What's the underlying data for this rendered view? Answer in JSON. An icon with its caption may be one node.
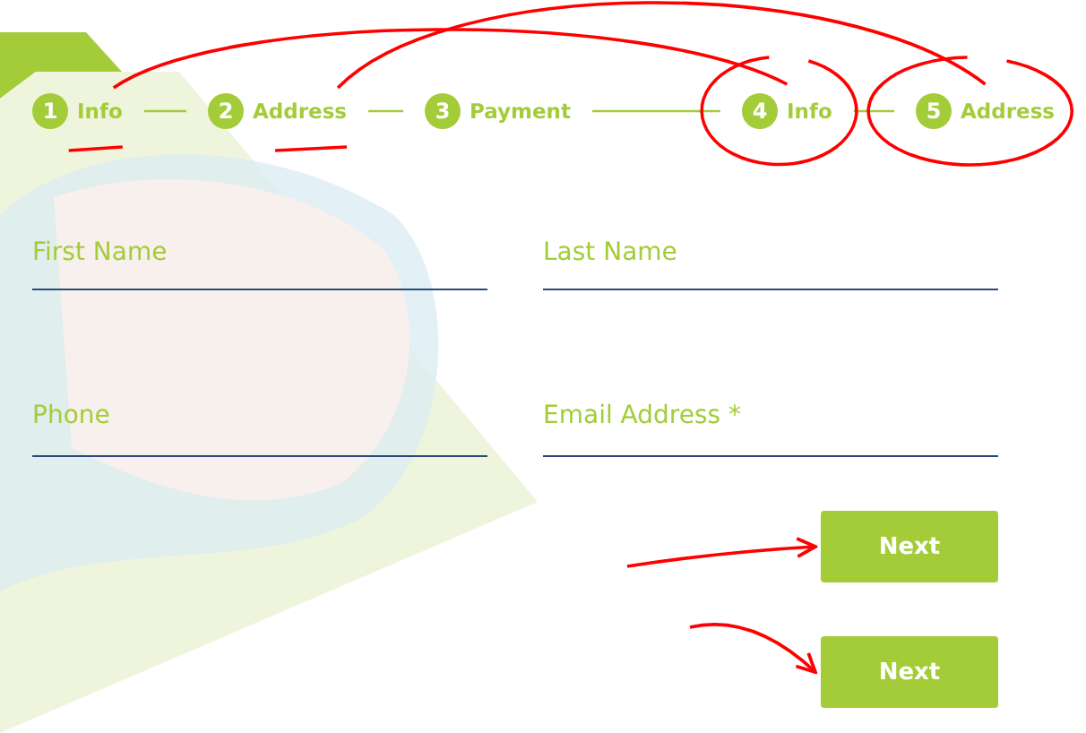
{
  "diagram": {
    "nodes": [
      {
        "text": [
          "1",
          "Info"
        ]
      },
      {
        "text": [
          "2",
          "Address"
        ]
      },
      {
        "text": [
          "3",
          "Payment"
        ]
      },
      {
        "text": [
          "4",
          "Info"
        ]
      },
      {
        "text": [
          "5",
          "Address"
        ]
      },
      {
        "text": [
          "Next"
        ]
      },
      {
        "text": [
          "Next"
        ]
      }
    ],
    "edges": [
      {
        "from": 0,
        "to": 1,
        "arrow": "none"
      },
      {
        "from": 1,
        "to": 2,
        "arrow": "none"
      },
      {
        "from": 2,
        "to": 3,
        "arrow": "none"
      },
      {
        "from": 3,
        "to": 4,
        "arrow": "none"
      },
      {
        "from": 0,
        "to": 3,
        "arrow": "none",
        "color": "#ff0000"
      },
      {
        "from": 1,
        "to": 4,
        "arrow": "none",
        "color": "#ff0000"
      },
      {
        "from": null,
        "to": 5,
        "arrow": "to",
        "color": "#ff0000"
      },
      {
        "from": null,
        "to": 6,
        "arrow": "to",
        "color": "#ff0000"
      }
    ],
    "labels": [
      "First Name",
      "Last Name",
      "Phone",
      "Email Address *"
    ]
  }
}
